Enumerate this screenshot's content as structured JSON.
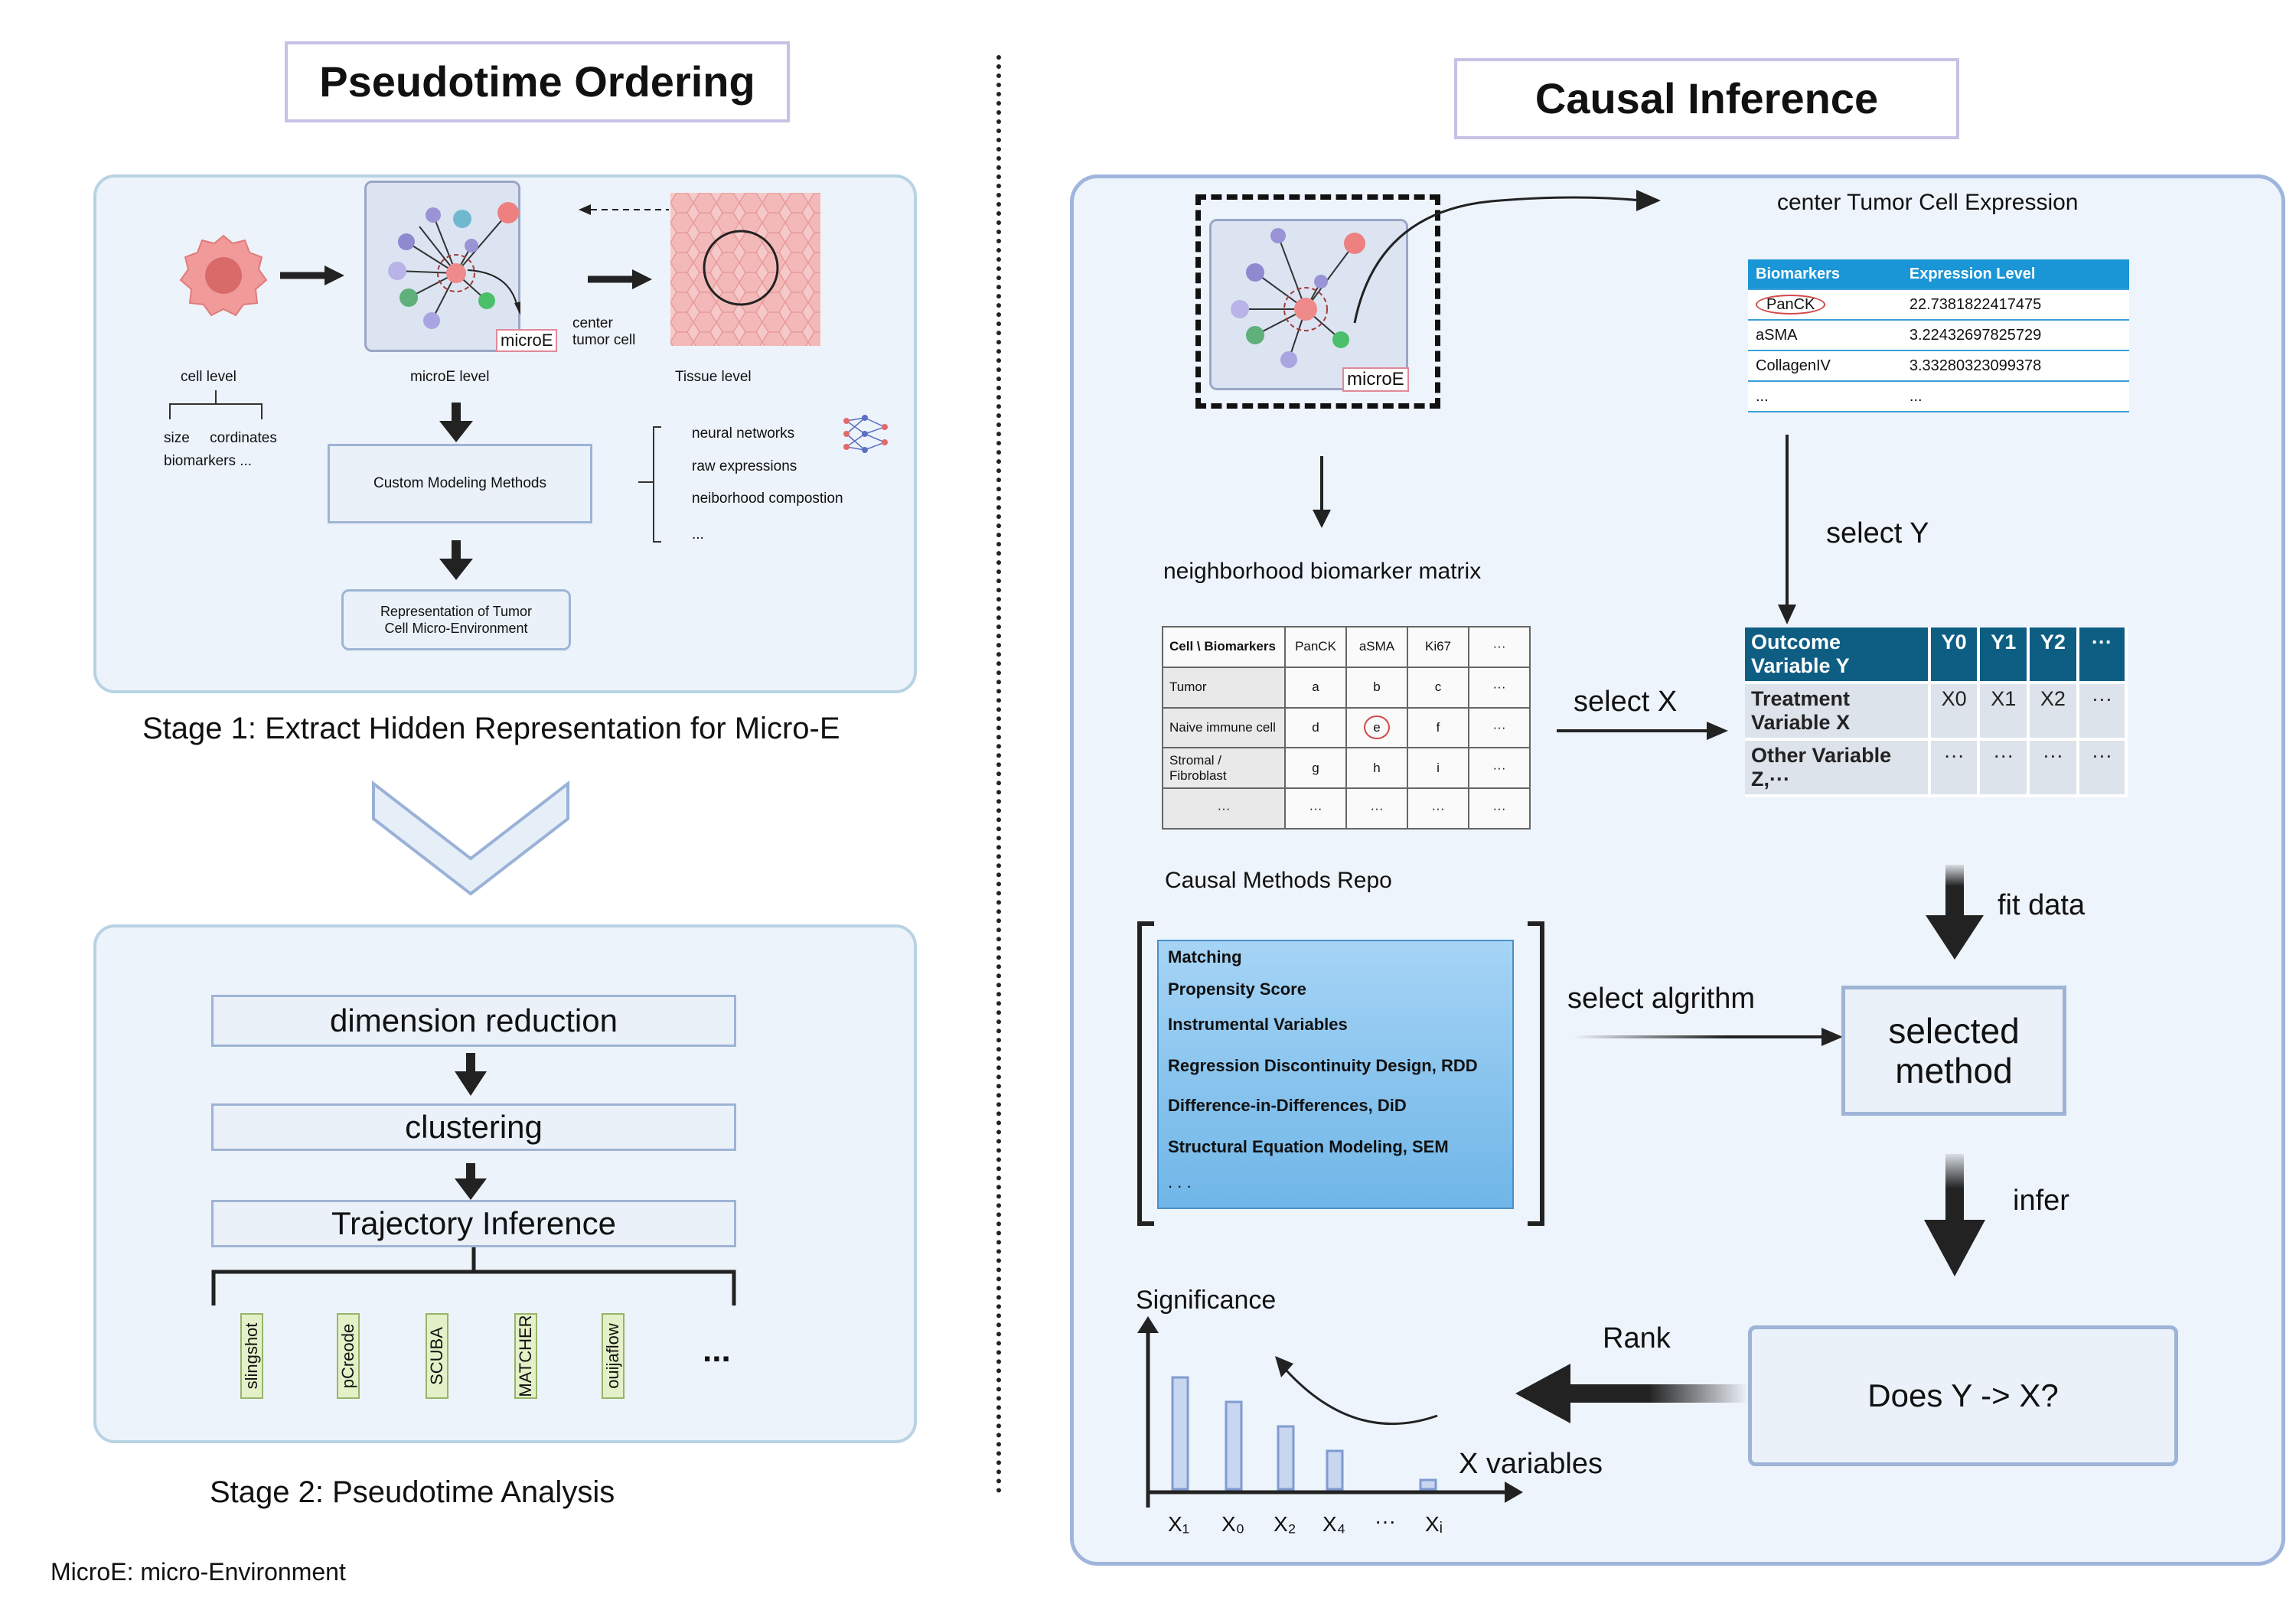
{
  "left": {
    "title": "Pseudotime Ordering",
    "stage1": {
      "microe_tag": "microE",
      "center_label_1": "center",
      "center_label_2": "tumor cell",
      "cell_level": "cell level",
      "microe_level": "microE level",
      "tissue_level": "Tissue level",
      "cell_features_1": "size     cordinates",
      "cell_features_2": "biomarkers ...",
      "custom_methods": "Custom Modeling Methods",
      "method_options": [
        "neural networks",
        "raw expressions",
        "neiborhood compostion",
        "..."
      ],
      "representation_1": "Representation of Tumor",
      "representation_2": "Cell Micro-Environment",
      "caption": "Stage 1: Extract Hidden Representation for Micro-E"
    },
    "stage2": {
      "steps": [
        "dimension reduction",
        "clustering",
        "Trajectory Inference"
      ],
      "tools": [
        "slingshot",
        "pCreode",
        "SCUBA",
        "MATCHER",
        "ouijaflow"
      ],
      "more": "...",
      "caption": "Stage 2: Pseudotime Analysis"
    },
    "footnote": "MicroE: micro-Environment"
  },
  "right": {
    "title": "Causal Inference",
    "microe_tag": "microE",
    "center_expr_title": "center Tumor Cell Expression",
    "center_table": {
      "headers": [
        "Biomarkers",
        "Expression Level"
      ],
      "rows": [
        [
          "PanCK",
          "22.7381822417475"
        ],
        [
          "aSMA",
          "3.22432697825729"
        ],
        [
          "CollagenIV",
          "3.33280323099378"
        ],
        [
          "...",
          "..."
        ]
      ]
    },
    "select_y": "select Y",
    "nbm_title": "neighborhood biomarker matrix",
    "nbm_table": {
      "headers": [
        "Cell \\ Biomarkers",
        "PanCK",
        "aSMA",
        "Ki67",
        "···"
      ],
      "rows": [
        [
          "Tumor",
          "a",
          "b",
          "c",
          "···"
        ],
        [
          "Naive immune cell",
          "d",
          "e",
          "f",
          "···"
        ],
        [
          "Stromal / Fibroblast",
          "g",
          "h",
          "i",
          "···"
        ],
        [
          "···",
          "···",
          "···",
          "···",
          "···"
        ]
      ]
    },
    "select_x": "select X",
    "outcome_table": {
      "outcome_label": "Outcome Variable Y",
      "outcome_vals": [
        "Y0",
        "Y1",
        "Y2",
        "···"
      ],
      "treatment_label": "Treatment Variable X",
      "treatment_vals": [
        "X0",
        "X1",
        "X2",
        "···"
      ],
      "other_label": "Other Variable Z,···",
      "other_vals": [
        "···",
        "···",
        "···",
        "···"
      ]
    },
    "repo_title": "Causal Methods Repo",
    "repo_items": [
      "Matching",
      "Propensity Score",
      "Instrumental Variables",
      "Regression Discontinuity Design, RDD",
      "Difference-in-Differences, DiD",
      "Structural Equation Modeling, SEM",
      ". . ."
    ],
    "fit_data": "fit data",
    "select_alg": "select algrithm",
    "selected_method_1": "selected",
    "selected_method_2": "method",
    "infer": "infer",
    "does": "Does Y -> X?",
    "rank": "Rank",
    "sig_axis": "Significance",
    "x_axis": "X variables",
    "x_ticks": [
      "X₁",
      "X₀",
      "X₂",
      "X₄",
      "···",
      "Xᵢ"
    ]
  }
}
